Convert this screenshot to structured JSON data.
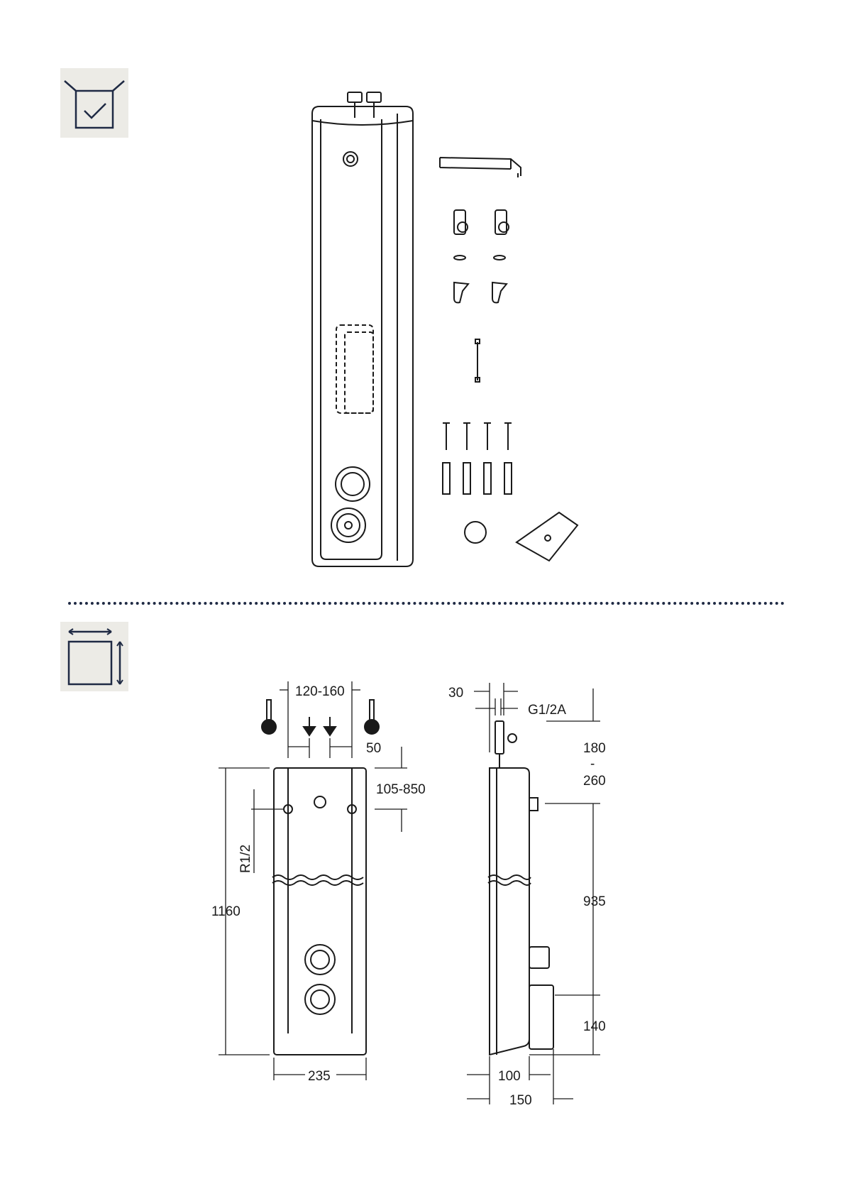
{
  "icons": {
    "contents_badge": "box-check-icon",
    "dimensions_badge": "dimensions-icon"
  },
  "colors": {
    "badge_bg": "#ecebe6",
    "badge_stroke": "#1f2a44",
    "line": "#1a1a1a"
  },
  "front_view": {
    "dim_top_spacing": "120-160",
    "dim_inlet_offset": "50",
    "dim_fixing_range": "105-850",
    "dim_thread": "R1/2",
    "dim_height": "1160",
    "dim_width": "235"
  },
  "side_view": {
    "dim_thickness_top": "30",
    "dim_thread": "G1/2A",
    "dim_top_range_from": "180",
    "dim_top_range_sep": "-",
    "dim_top_range_to": "260",
    "dim_mid": "935",
    "dim_bottom": "140",
    "dim_depth_1": "100",
    "dim_depth_2": "150"
  }
}
